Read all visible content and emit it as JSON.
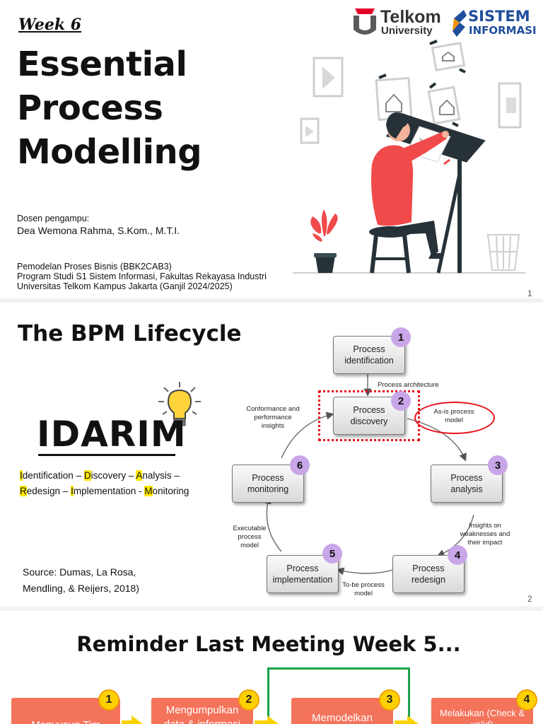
{
  "slide1": {
    "week": "Week 6",
    "title_lines": [
      "Essential",
      "Process",
      "Modelling"
    ],
    "lecturer_label": "Dosen pengampu:",
    "lecturer_name": "Dea Wemona Rahma, S.Kom., M.T.I.",
    "course_lines": [
      "Pemodelan Proses Bisnis (BBK2CAB3)",
      "Program Studi S1 Sistem Informasi, Fakultas Rekayasa Industri",
      "Universitas Telkom Kampus Jakarta (Ganjil 2024/2025)"
    ],
    "logo_telkom": [
      "Telkom",
      "University"
    ],
    "logo_si": [
      "SISTEM",
      "INFORMASI"
    ],
    "page_number": "1",
    "colors": {
      "telkom_red": "#e4002b",
      "si_blue": "#1f4e9c",
      "figure_red": "#f04a4a",
      "figure_dark": "#263238"
    }
  },
  "slide2": {
    "title": "The BPM Lifecycle",
    "acronym": "IDARIM",
    "phases_line1": [
      {
        "hl": "I",
        "rest": "dentification – "
      },
      {
        "hl": "D",
        "rest": "iscovery – "
      },
      {
        "hl": "A",
        "rest": "nalysis –"
      }
    ],
    "phases_line2": [
      {
        "hl": "R",
        "rest": "edesign – "
      },
      {
        "hl": "I",
        "rest": "mplementation - "
      },
      {
        "hl": "M",
        "rest": "onitoring"
      }
    ],
    "source_lines": [
      "Source: Dumas, La Rosa,",
      "Mendling, & Reijers, 2018)"
    ],
    "boxes": [
      {
        "num": "1",
        "lines": [
          "Process",
          "identification"
        ]
      },
      {
        "num": "2",
        "lines": [
          "Process",
          "discovery"
        ]
      },
      {
        "num": "3",
        "lines": [
          "Process",
          "analysis"
        ]
      },
      {
        "num": "4",
        "lines": [
          "Process",
          "redesign"
        ]
      },
      {
        "num": "5",
        "lines": [
          "Process",
          "implementation"
        ]
      },
      {
        "num": "6",
        "lines": [
          "Process",
          "monitoring"
        ]
      }
    ],
    "notes": {
      "architecture": "Process architecture",
      "asis": [
        "As-is process",
        "model"
      ],
      "conformance": [
        "Conformance and",
        "performance",
        "insights"
      ],
      "insights": [
        "Insights on",
        "weaknesses and",
        "their impact"
      ],
      "tobe": [
        "To-be process",
        "model"
      ],
      "executable": [
        "Executable",
        "process",
        "model"
      ]
    },
    "page_number": "2"
  },
  "slide3": {
    "title": "Reminder Last Meeting Week 5...",
    "steps": [
      {
        "num": "1",
        "text": "Menyusun Tim"
      },
      {
        "num": "2",
        "text": "Mengumpulkan data & informasi"
      },
      {
        "num": "3",
        "text": "Memodelkan"
      },
      {
        "num": "4",
        "text": "Melakukan (Check & valid)"
      }
    ],
    "colors": {
      "step_box": "#f4735b",
      "badge": "#fdd100",
      "highlight_frame": "#1aa34a"
    }
  }
}
